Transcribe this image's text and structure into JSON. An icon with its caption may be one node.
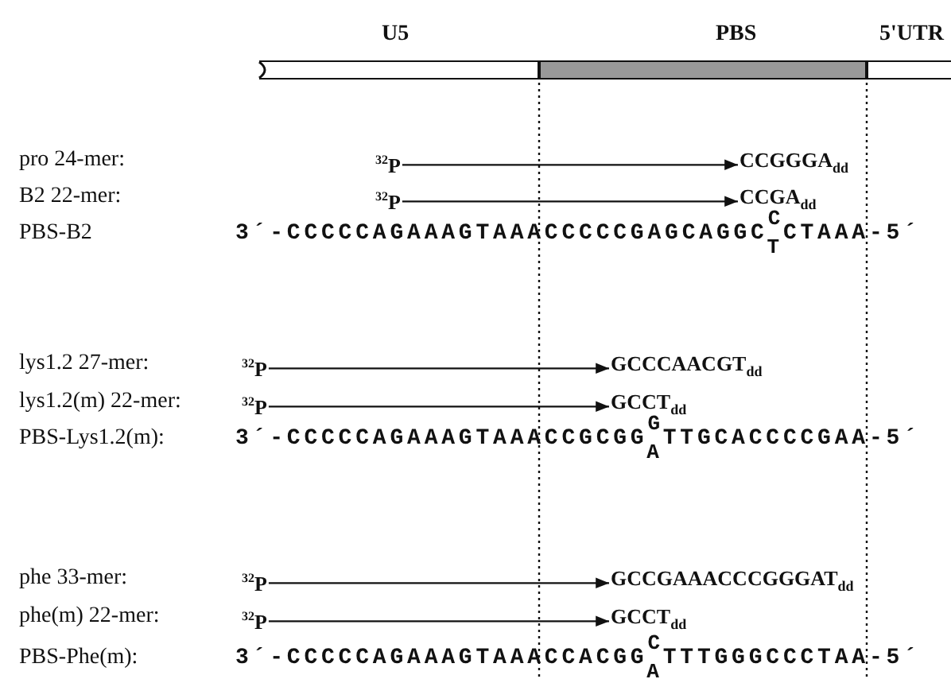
{
  "diagram": {
    "nodes": [
      {
        "text": [
          "U5"
        ]
      },
      {
        "text": [
          "PBS"
        ]
      },
      {
        "text": [
          "5'UTR"
        ]
      },
      {
        "text": [
          "$^{32}$P"
        ]
      },
      {
        "text": [
          "CCGGGA$_{dd}$"
        ]
      },
      {
        "text": [
          "$^{32}$P"
        ]
      },
      {
        "text": [
          "CCGA$_{dd}$"
        ]
      },
      {
        "text": [
          "$^{32}$P"
        ]
      },
      {
        "text": [
          "GCCCAACGT$_{dd}$"
        ]
      },
      {
        "text": [
          "$^{32}$P"
        ]
      },
      {
        "text": [
          "GCCT$_{dd}$"
        ]
      },
      {
        "text": [
          "$^{32}$P"
        ]
      },
      {
        "text": [
          "GCCGAAACCCGGGAT$_{dd}$"
        ]
      },
      {
        "text": [
          "$^{32}$P"
        ]
      },
      {
        "text": [
          "GCCT$_{dd}$"
        ]
      }
    ],
    "edges": [
      {
        "from": 3,
        "to": 4,
        "arrow": "to"
      },
      {
        "from": 5,
        "to": 6,
        "arrow": "to"
      },
      {
        "from": 7,
        "to": 8,
        "arrow": "to"
      },
      {
        "from": 9,
        "to": 10,
        "arrow": "to"
      },
      {
        "from": 11,
        "to": 12,
        "arrow": "to"
      },
      {
        "from": 13,
        "to": 14,
        "arrow": "to"
      }
    ],
    "labels": [
      "pro 24-mer:",
      "B2 22-mer:",
      "PBS-B2",
      "3´-CCCCCAGAAAGTAAACCCCCGAGCAGGC$^{C}$$_{T}$CTAAA-5´",
      "lys1.2 27-mer:",
      "lys1.2(m) 22-mer:",
      "PBS-Lys1.2(m):",
      "3´-CCCCCAGAAAGTAAACCGCGG$^{G}$$_{A}$TTGCACCCCGAA-5´",
      "phe 33-mer:",
      "phe(m) 22-mer:",
      "PBS-Phe(m):",
      "3´-CCCCCAGAAAGTAAACCACGG$^{C}$$_{A}$TTTGGGCCCTAA-5´"
    ]
  }
}
